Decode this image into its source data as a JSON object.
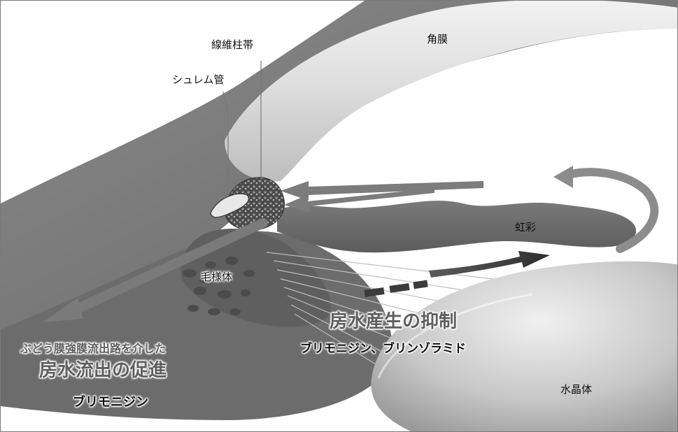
{
  "labels": {
    "cornea": "角膜",
    "trabecular_meshwork": "線維柱帯",
    "schlemm_canal": "シュレム管",
    "iris": "虹彩",
    "ciliary_body": "毛様体",
    "lens": "水晶体"
  },
  "uveoscleral": {
    "line1": "ぶどう膜強膜流出路を介した",
    "line2": "房水流出の促進",
    "drug": "ブリモニジン"
  },
  "production": {
    "title": "房水産生の抑制",
    "drugs": "ブリモニジン、ブリンゾラミド"
  },
  "colors": {
    "tissue": "#6f6f6f",
    "tissue_dark": "#585858",
    "cornea": "#d6d6d6",
    "lens": "#c9c9c9",
    "arrow": "#7a7a7a",
    "arrow_dark": "#3c3c3c",
    "accent_text": "#5e5e5e"
  }
}
